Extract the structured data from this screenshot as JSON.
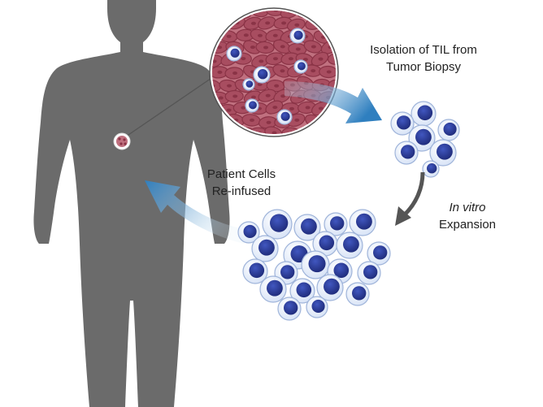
{
  "labels": {
    "isolation": {
      "line1": "Isolation of TIL from",
      "line2": "Tumor Biopsy"
    },
    "reinfused": {
      "line1": "Patient Cells",
      "line2": "Re-infused"
    },
    "expansion": {
      "line1": "In vitro",
      "line2": "Expansion"
    }
  },
  "colors": {
    "body": "#6b6b6b",
    "tumor_bg": "#c0707f",
    "tumor_cell": "#a84d60",
    "tumor_outline": "#8a3346",
    "nucleus": "#2b3b95",
    "cell_body": "#e6eefb",
    "cell_outline": "#9fb4da",
    "arrow_blue": "#2f7fbf",
    "arrow_gray": "#555555"
  },
  "icons": [
    "human-silhouette",
    "tumor-biopsy-magnified",
    "til-cell-cluster",
    "expanded-cell-cluster",
    "flow-arrow"
  ]
}
